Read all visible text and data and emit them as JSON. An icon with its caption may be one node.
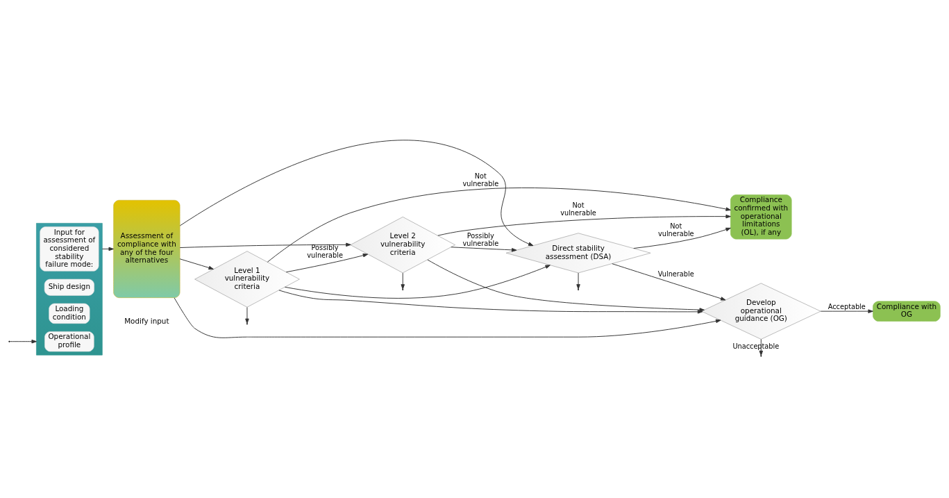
{
  "diagram": {
    "nodes": [
      {
        "text": [],
        "shape": "box"
      },
      {
        "text": [
          "Input for assessment of considered stability failure mode:"
        ],
        "in": 0
      },
      {
        "text": [
          "Ship design"
        ],
        "in": 0
      },
      {
        "text": [
          "Loading condition"
        ],
        "in": 0
      },
      {
        "text": [
          "Operational profile"
        ],
        "in": 0
      },
      {
        "text": [
          "Assessment of compliance with any of the four alternatives"
        ]
      },
      {
        "text": [
          "Level 1 vulnerability criteria"
        ]
      },
      {
        "text": [
          "Level 2 vulnerability criteria"
        ]
      },
      {
        "text": [
          "Direct stability assessment (DSA)"
        ]
      },
      {
        "text": [
          "Develop operational guidance (OG)"
        ]
      },
      {
        "text": [
          "Compliance confirmed with operational limitations (OL), if any"
        ]
      },
      {
        "text": [
          "Compliance with OG"
        ]
      }
    ],
    "edges": [
      {
        "from": 0,
        "to": 5,
        "arrow": "to"
      },
      {
        "from": 5,
        "to": 6,
        "arrow": "to"
      },
      {
        "from": 5,
        "to": 7,
        "arrow": "to"
      },
      {
        "from": 5,
        "to": 8,
        "arrow": "to"
      },
      {
        "from": 5,
        "to": 9,
        "arrow": "to"
      },
      {
        "from": 6,
        "to": 10,
        "label": "Not vulnerable",
        "arrow": "to"
      },
      {
        "from": 6,
        "to": 7,
        "label": "Possibly vulnerable",
        "arrow": "to"
      },
      {
        "from": 6,
        "to": 8,
        "arrow": "to"
      },
      {
        "from": 6,
        "to": 9,
        "arrow": "to"
      },
      {
        "from": 6,
        "to": null,
        "arrow": "to"
      },
      {
        "from": 7,
        "to": 10,
        "label": "Not vulnerable",
        "arrow": "to"
      },
      {
        "from": 7,
        "to": 8,
        "label": "Possibly vulnerable",
        "arrow": "to"
      },
      {
        "from": 7,
        "to": 9,
        "arrow": "to"
      },
      {
        "from": 7,
        "to": null,
        "arrow": "to"
      },
      {
        "from": 8,
        "to": 10,
        "label": "Not vulnerable",
        "arrow": "to"
      },
      {
        "from": 8,
        "to": 9,
        "label": "Vulnerable",
        "arrow": "to"
      },
      {
        "from": 8,
        "to": null,
        "arrow": "to"
      },
      {
        "from": 9,
        "to": 11,
        "label": "Acceptable",
        "arrow": "to"
      },
      {
        "from": 9,
        "to": null,
        "label": "Unacceptable",
        "arrow": "to"
      },
      {
        "from": null,
        "to": 0,
        "arrow": "to"
      }
    ],
    "labels": [
      "Modify input"
    ]
  }
}
